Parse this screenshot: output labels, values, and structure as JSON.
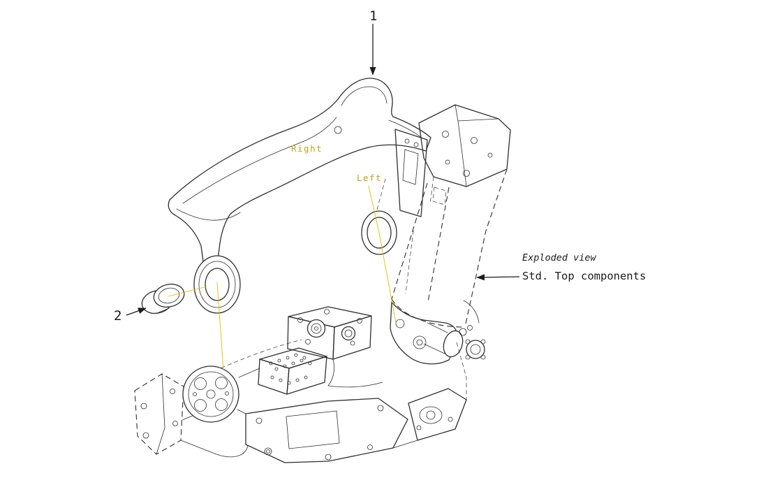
{
  "drawing": {
    "callouts": [
      {
        "number": "1"
      },
      {
        "number": "2"
      }
    ],
    "orientation_labels": {
      "right": "Right",
      "left": "Left"
    },
    "annotation": {
      "caption": "Exploded view",
      "title": "Std. Top components"
    },
    "colors": {
      "line": "#2e2e2e",
      "accent_text": "#c3a117",
      "accent_line": "#d8c100",
      "background": "#ffffff"
    }
  }
}
